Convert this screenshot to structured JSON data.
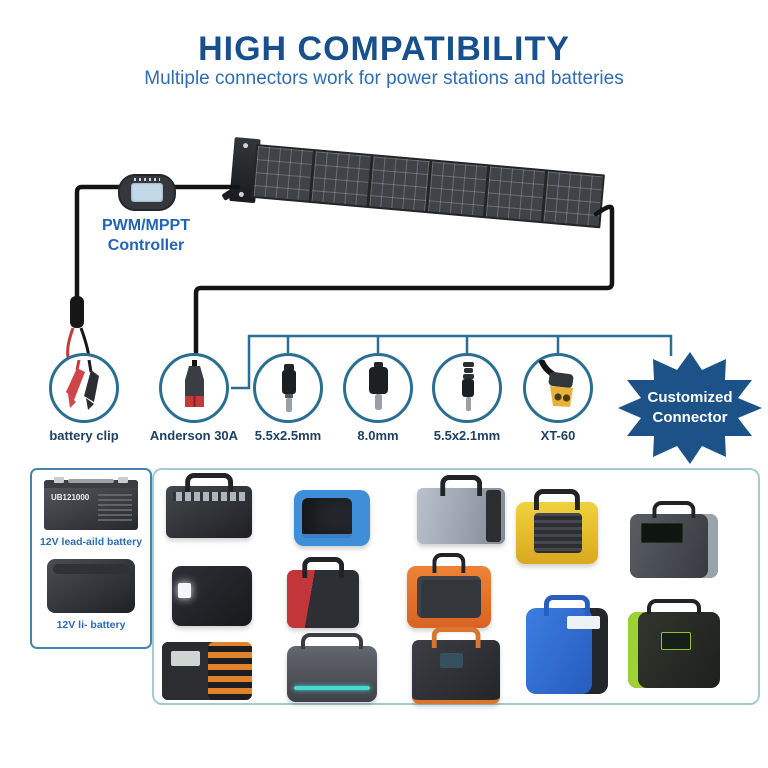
{
  "header": {
    "title": "HIGH COMPATIBILITY",
    "subtitle": "Multiple connectors work for power stations and batteries"
  },
  "controller": {
    "label_line1": "PWM/MPPT",
    "label_line2": "Controller"
  },
  "solar_panel": {
    "description": "foldable 6-section solar panel",
    "sections": 6
  },
  "connectors": [
    {
      "id": "battery-clip",
      "label": "battery clip"
    },
    {
      "id": "anderson",
      "label": "Anderson 30A"
    },
    {
      "id": "dc-5-5x2-5",
      "label": "5.5x2.5mm"
    },
    {
      "id": "dc-8-0",
      "label": "8.0mm"
    },
    {
      "id": "dc-5-5x2-1",
      "label": "5.5x2.1mm"
    },
    {
      "id": "xt-60",
      "label": "XT-60"
    }
  ],
  "badge": {
    "line1": "Customized",
    "line2": "Connector"
  },
  "battery_panel": {
    "lead_acid": {
      "model": "UB121000",
      "label": "12V lead-aild battery"
    },
    "lithium": {
      "label": "12V li- battery"
    }
  },
  "power_stations": [
    {
      "id": "dark1",
      "name": "black power station with handle",
      "color": "#2f3338"
    },
    {
      "id": "blue1",
      "name": "blue power station",
      "color": "#3f8ed8"
    },
    {
      "id": "silver",
      "name": "silver briefcase power station",
      "color": "#98a1ad"
    },
    {
      "id": "yellow",
      "name": "yellow power station",
      "color": "#eac531"
    },
    {
      "id": "darkgreen",
      "name": "black power station with green display",
      "color": "#4a4f55"
    },
    {
      "id": "cube",
      "name": "black cube power station with light",
      "color": "#26292e"
    },
    {
      "id": "red",
      "name": "red and black power station",
      "color": "#c23539"
    },
    {
      "id": "orange",
      "name": "orange power station",
      "color": "#e4742e"
    },
    {
      "id": "rugged",
      "name": "orange and black rugged power station",
      "color": "#e0832a"
    },
    {
      "id": "gray",
      "name": "gray power station with teal light bar",
      "color": "#53575d"
    },
    {
      "id": "orangehandle",
      "name": "black power station with orange handle",
      "color": "#34373c"
    },
    {
      "id": "blue2",
      "name": "blue power station with handle",
      "color": "#2e6fd9"
    },
    {
      "id": "lime",
      "name": "black power station with lime accents",
      "color": "#9ed133"
    }
  ],
  "colors": {
    "title": "#17508c",
    "subtitle": "#2e6db4",
    "connector_label": "#1e4063",
    "circle_stroke": "#2a6e92",
    "badge_fill": "#1c5288",
    "wire": "#141414",
    "battery_box_border": "#4585ad",
    "station_box_border": "#a6c9d4",
    "battery_label": "#2a6cb5"
  }
}
